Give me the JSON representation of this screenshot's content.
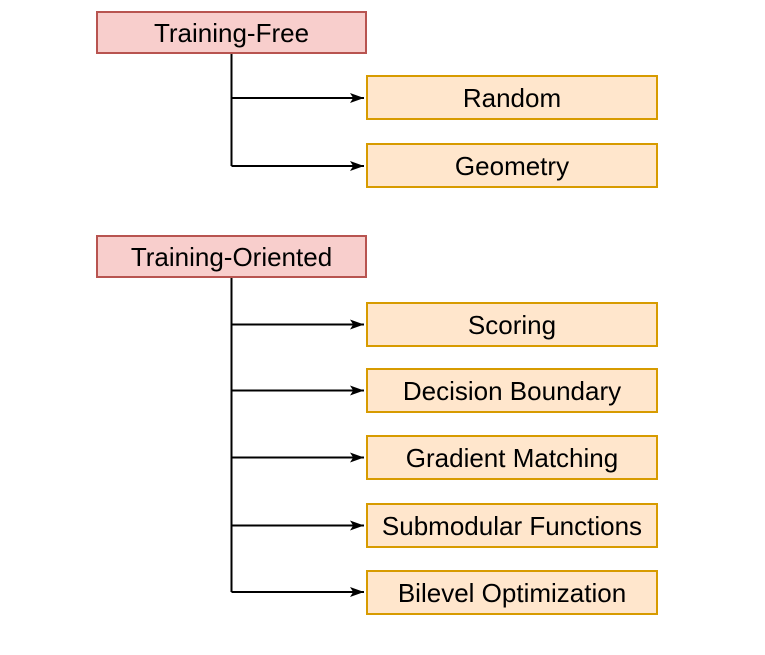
{
  "diagram": {
    "type": "taxonomy-tree",
    "groups": [
      {
        "parent": {
          "label": "Training-Free"
        },
        "children": [
          {
            "label": "Random"
          },
          {
            "label": "Geometry"
          }
        ]
      },
      {
        "parent": {
          "label": "Training-Oriented"
        },
        "children": [
          {
            "label": "Scoring"
          },
          {
            "label": "Decision Boundary"
          },
          {
            "label": "Gradient Matching"
          },
          {
            "label": "Submodular Functions"
          },
          {
            "label": "Bilevel Optimization"
          }
        ]
      }
    ],
    "colors": {
      "parent_fill": "#f8cecc",
      "parent_border": "#b85450",
      "child_fill": "#ffe6cc",
      "child_border": "#d79b00",
      "connector": "#000000",
      "text": "#000000",
      "background": "#ffffff"
    }
  }
}
